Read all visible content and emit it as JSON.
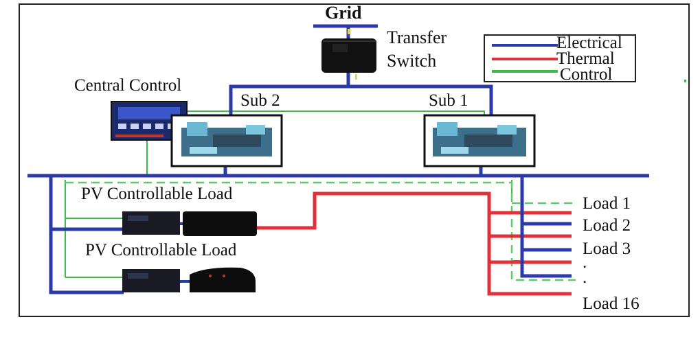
{
  "title": "Grid",
  "transfer_switch": {
    "line1": "Transfer",
    "line2": "Switch"
  },
  "central_control": "Central Control",
  "subs": {
    "sub2": "Sub 2",
    "sub1": "Sub 1"
  },
  "pv_loads": [
    "PV Controllable Load",
    "PV Controllable Load"
  ],
  "loads": [
    "Load 1",
    "Load 2",
    "Load 3",
    ".",
    ".",
    "Load 16"
  ],
  "legend": [
    {
      "label": "Electrical",
      "color": "#2b3aa6"
    },
    {
      "label": "Thermal",
      "color": "#e0303a"
    },
    {
      "label": "Control",
      "color": "#3dbb4a"
    }
  ],
  "colors": {
    "electrical": "#2b3aa6",
    "thermal": "#e0303a",
    "control": "#3dbb4a",
    "dashed_control": "#5fc86b"
  }
}
